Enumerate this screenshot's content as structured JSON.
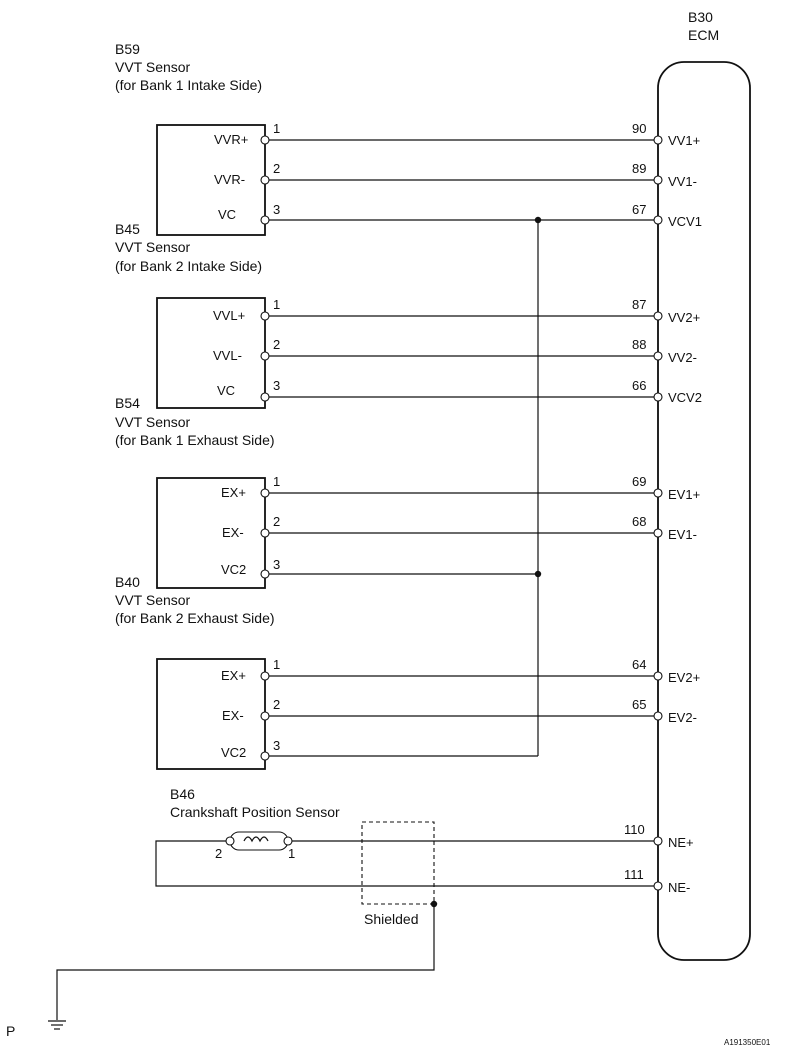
{
  "ecm": {
    "code": "B30",
    "name": "ECM"
  },
  "sensors": [
    {
      "code": "B59",
      "name": "VVT Sensor",
      "side": "(for Bank 1 Intake Side)",
      "pins": [
        {
          "term": "VVR+",
          "num": "1",
          "ecm_pin": "90",
          "ecm_term": "VV1+"
        },
        {
          "term": "VVR-",
          "num": "2",
          "ecm_pin": "89",
          "ecm_term": "VV1-"
        },
        {
          "term": "VC",
          "num": "3",
          "ecm_pin": "67",
          "ecm_term": "VCV1"
        }
      ]
    },
    {
      "code": "B45",
      "name": "VVT Sensor",
      "side": "(for Bank 2 Intake Side)",
      "pins": [
        {
          "term": "VVL+",
          "num": "1",
          "ecm_pin": "87",
          "ecm_term": "VV2+"
        },
        {
          "term": "VVL-",
          "num": "2",
          "ecm_pin": "88",
          "ecm_term": "VV2-"
        },
        {
          "term": "VC",
          "num": "3",
          "ecm_pin": "66",
          "ecm_term": "VCV2"
        }
      ]
    },
    {
      "code": "B54",
      "name": "VVT Sensor",
      "side": "(for Bank 1 Exhaust Side)",
      "pins": [
        {
          "term": "EX+",
          "num": "1",
          "ecm_pin": "69",
          "ecm_term": "EV1+"
        },
        {
          "term": "EX-",
          "num": "2",
          "ecm_pin": "68",
          "ecm_term": "EV1-"
        },
        {
          "term": "VC2",
          "num": "3",
          "ecm_pin": "",
          "ecm_term": ""
        }
      ]
    },
    {
      "code": "B40",
      "name": "VVT Sensor",
      "side": "(for Bank 2 Exhaust Side)",
      "pins": [
        {
          "term": "EX+",
          "num": "1",
          "ecm_pin": "64",
          "ecm_term": "EV2+"
        },
        {
          "term": "EX-",
          "num": "2",
          "ecm_pin": "65",
          "ecm_term": "EV2-"
        },
        {
          "term": "VC2",
          "num": "3",
          "ecm_pin": "",
          "ecm_term": ""
        }
      ]
    }
  ],
  "crank": {
    "code": "B46",
    "name": "Crankshaft Position Sensor",
    "pin_left": "2",
    "pin_right": "1",
    "pins": [
      {
        "ecm_pin": "110",
        "ecm_term": "NE+"
      },
      {
        "ecm_pin": "111",
        "ecm_term": "NE-"
      }
    ],
    "shield_label": "Shielded"
  },
  "footer": {
    "left": "P",
    "right": "A191350E01"
  }
}
